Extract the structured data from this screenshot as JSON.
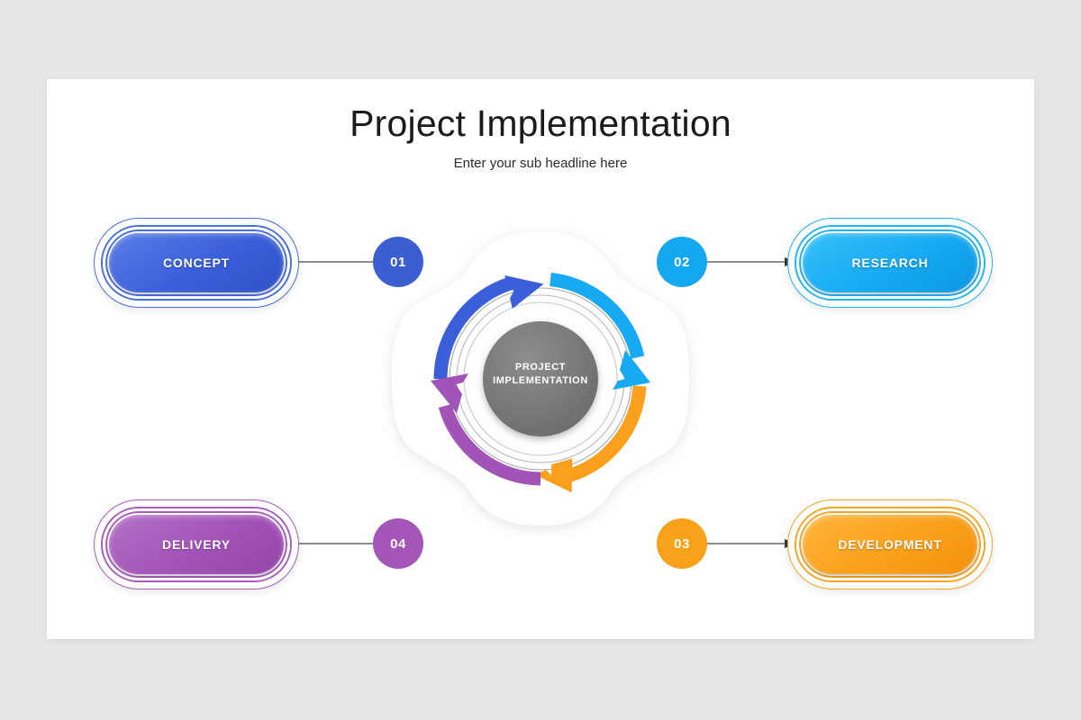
{
  "slide": {
    "title": "Project Implementation",
    "subtitle": "Enter your sub headline here",
    "background_color": "#e8e7e8",
    "canvas_color": "#ffffff"
  },
  "hub": {
    "line1": "PROJECT",
    "line2": "IMPLEMENTATION",
    "fill_color": "#757575",
    "text_color": "#ffffff"
  },
  "badges": [
    {
      "number": "01",
      "color": "#3b5fd0"
    },
    {
      "number": "02",
      "color": "#14a8f0"
    },
    {
      "number": "03",
      "color": "#f8a11a"
    },
    {
      "number": "04",
      "color": "#a456b8"
    }
  ],
  "steps": [
    {
      "label": "CONCEPT",
      "color": "#3a5fd9",
      "badge": "01",
      "arrow_direction": "left"
    },
    {
      "label": "RESEARCH",
      "color": "#17a9f2",
      "badge": "02",
      "arrow_direction": "right"
    },
    {
      "label": "DEVELOPMENT",
      "color": "#faa01c",
      "badge": "03",
      "arrow_direction": "right"
    },
    {
      "label": "DELIVERY",
      "color": "#a253b8",
      "badge": "04",
      "arrow_direction": "left"
    }
  ],
  "arcs": [
    {
      "name": "concept-arc",
      "color": "#3a5fd9",
      "quadrant": "upper-left",
      "arrowhead": "top"
    },
    {
      "name": "research-arc",
      "color": "#17a9f2",
      "quadrant": "upper-right",
      "arrowhead": "right"
    },
    {
      "name": "development-arc",
      "color": "#faa01c",
      "quadrant": "lower-right",
      "arrowhead": "bottom"
    },
    {
      "name": "delivery-arc",
      "color": "#a253b8",
      "quadrant": "lower-left",
      "arrowhead": "left"
    }
  ],
  "connector_color": "#4a4a4a"
}
